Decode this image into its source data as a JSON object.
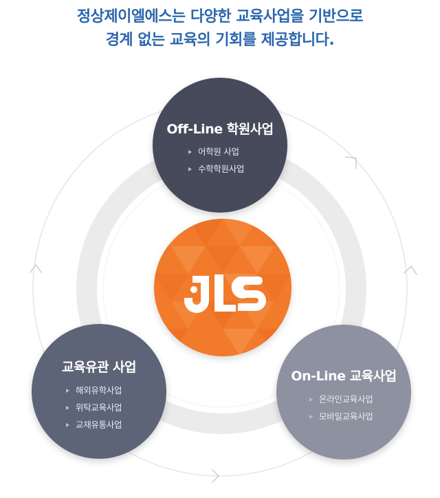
{
  "headline": {
    "line1": "정상제이엘에스는 다양한 교육사업을 기반으로",
    "line2": "경계 없는 교육의 기회를 제공합니다."
  },
  "center_logo": {
    "text": "JLS",
    "color": "#f27a2b"
  },
  "nodes": {
    "offline": {
      "title": "Off-Line 학원사업",
      "items": [
        "어학원 사업",
        "수학학원사업"
      ],
      "color": "#464a5a"
    },
    "institute": {
      "title": "교육유관 사업",
      "items": [
        "해외유학사업",
        "위탁교육사업",
        "교재유통사업"
      ],
      "color": "#5d6477"
    },
    "online": {
      "title": "On-Line 교육사업",
      "items": [
        "온라인교육사업",
        "모바일교육사업"
      ],
      "color": "#8d91a0"
    }
  }
}
